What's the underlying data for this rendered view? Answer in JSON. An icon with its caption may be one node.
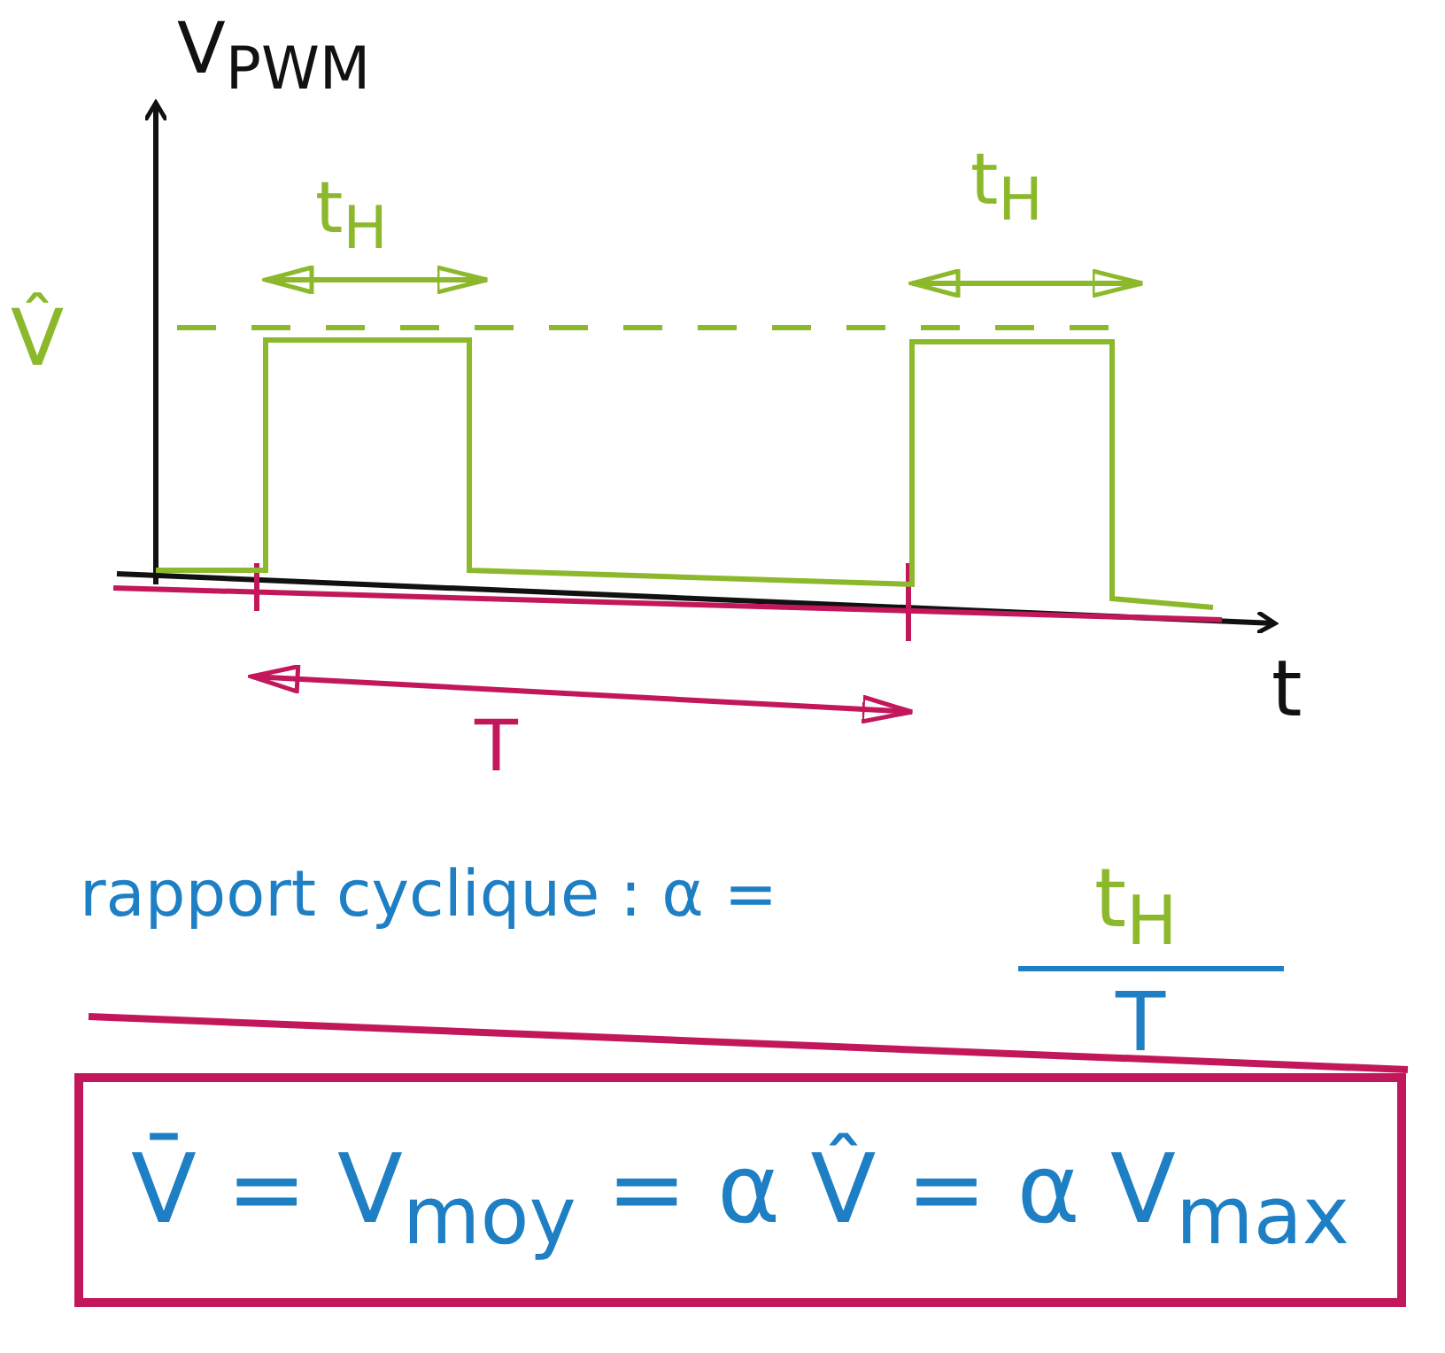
{
  "diagram": {
    "nodes": [
      {
        "text": [
          "V̄ = V$_{moy}$ = α V̂ = α V$_{max}$"
        ]
      }
    ],
    "labels": [
      "V$_{PWM}$",
      "t$_{H}$",
      "t$_{H}$",
      "V̂",
      "t",
      "T",
      "rapport cyclique : α =",
      "t$_{H}$",
      "T"
    ]
  }
}
